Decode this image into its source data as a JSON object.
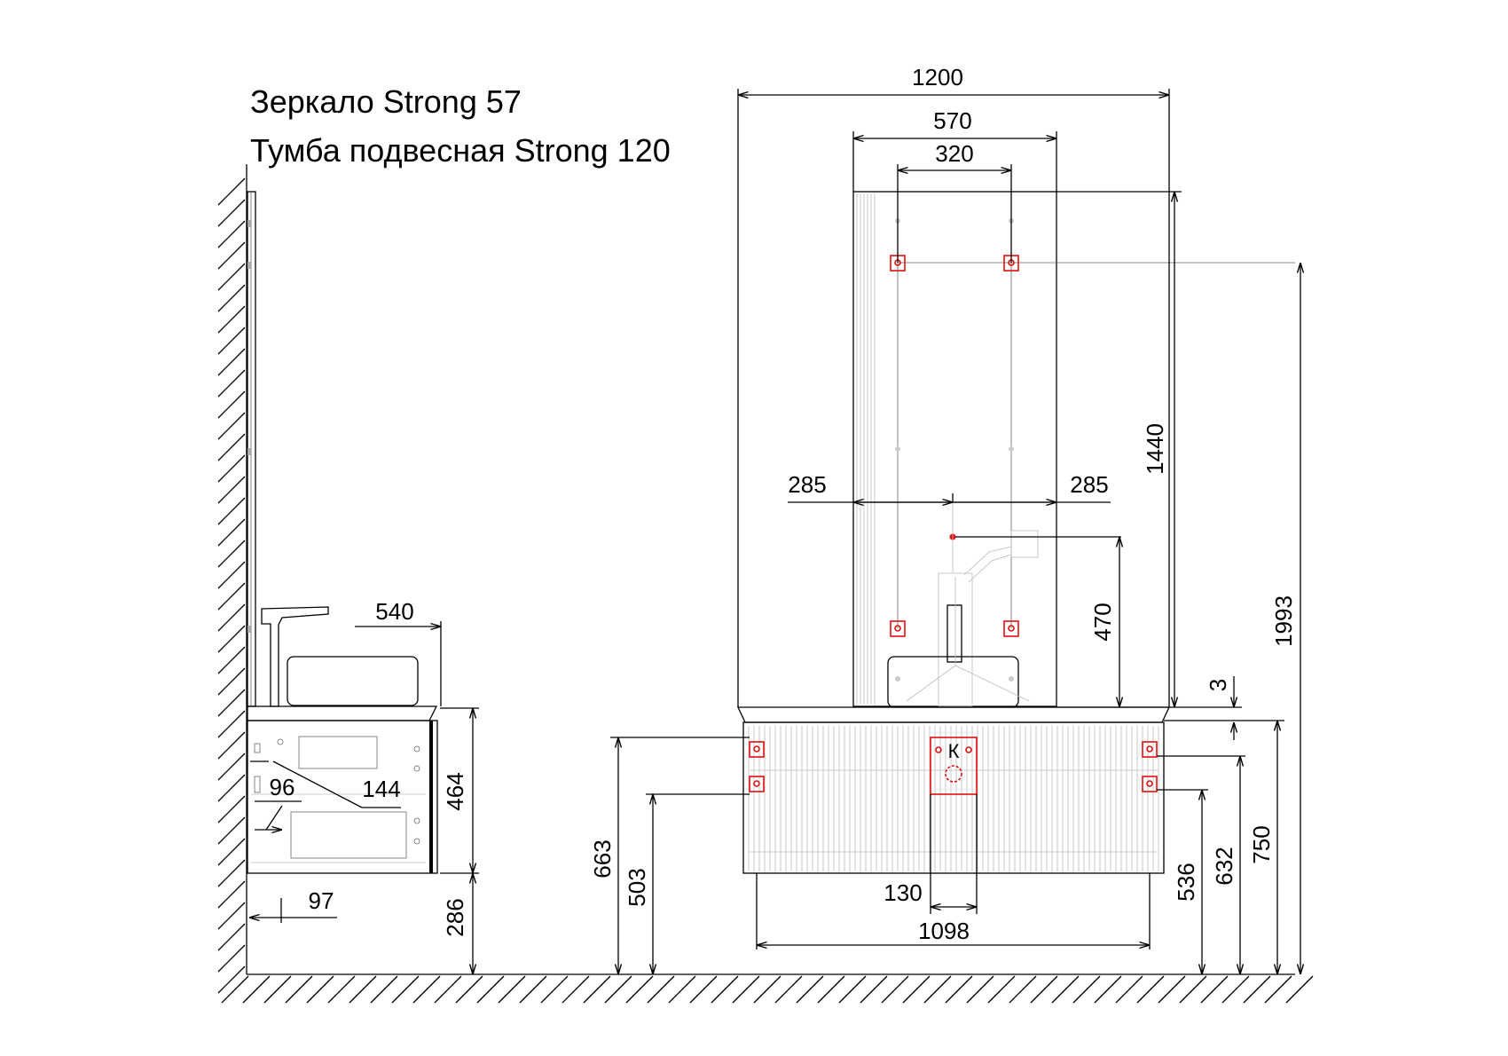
{
  "titles": {
    "mirror": "Зеркало Strong 57",
    "cabinet": "Тумба подвесная Strong 120"
  },
  "dimensions": {
    "w_1200": "1200",
    "w_570": "570",
    "w_320": "320",
    "h_1440": "1440",
    "off_285_left": "285",
    "off_285_right": "285",
    "h_470": "470",
    "gap_3": "3",
    "h_1993": "1993",
    "d_540": "540",
    "h_464": "464",
    "d_144": "144",
    "d_96": "96",
    "d_97": "97",
    "h_286": "286",
    "h_663": "663",
    "h_503": "503",
    "w_130": "130",
    "w_1098": "1098",
    "h_536": "536",
    "h_632": "632",
    "h_750": "750"
  },
  "marks": {
    "drain_label": "К"
  },
  "colors": {
    "line": "#000000",
    "mount_points": "#e01010",
    "hatch": "#000000",
    "faint": "#bbbbbb"
  }
}
